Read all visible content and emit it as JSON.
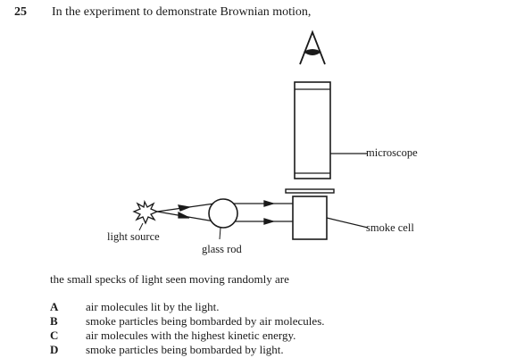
{
  "question": {
    "number": "25",
    "stem": "In the experiment to demonstrate Brownian motion,",
    "prompt": "the small specks of light seen moving randomly are"
  },
  "diagram": {
    "labels": {
      "microscope": "microscope",
      "smoke_cell": "smoke cell",
      "light_source": "light source",
      "glass_rod": "glass rod"
    }
  },
  "options": [
    {
      "letter": "A",
      "text": "air molecules lit by the light."
    },
    {
      "letter": "B",
      "text": "smoke particles being bombarded by air molecules."
    },
    {
      "letter": "C",
      "text": "air molecules with the highest kinetic energy."
    },
    {
      "letter": "D",
      "text": "smoke particles being bombarded by light."
    }
  ]
}
